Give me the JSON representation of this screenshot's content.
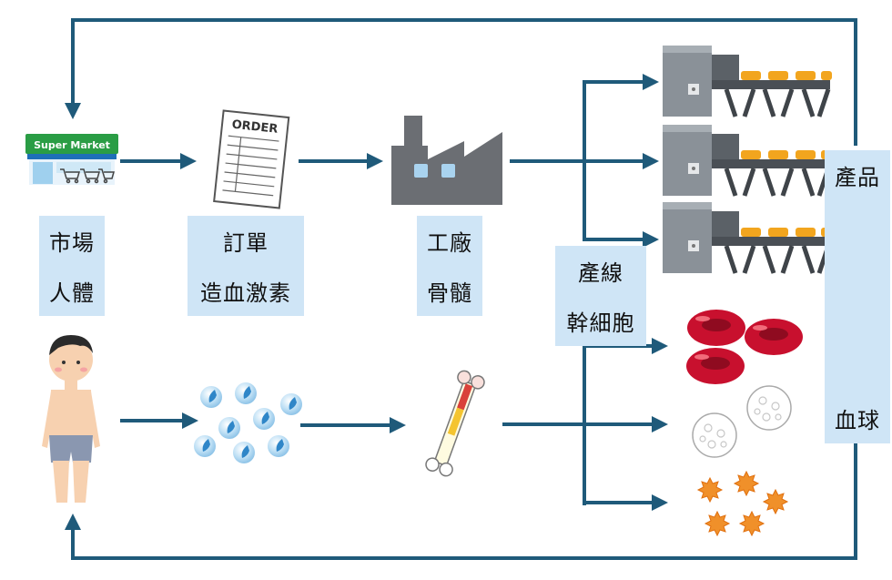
{
  "labels": {
    "market": {
      "line1": "市場",
      "line2": "人體"
    },
    "order": {
      "line1": "訂單",
      "line2": "造血激素"
    },
    "factory": {
      "line1": "工廠",
      "line2": "骨髓"
    },
    "line": {
      "line1": "產線",
      "line2": "幹細胞"
    },
    "product": {
      "line1": "產品",
      "line2": "血球"
    }
  },
  "icons": {
    "supermarket_sign": "Super Market",
    "order_title": "ORDER"
  },
  "colors": {
    "arrow": "#1f5a7a",
    "label_bg": "#cfe5f6",
    "red_cell": "#c8102e",
    "platelet": "#f0902a",
    "hormone": "#2f86c8"
  }
}
